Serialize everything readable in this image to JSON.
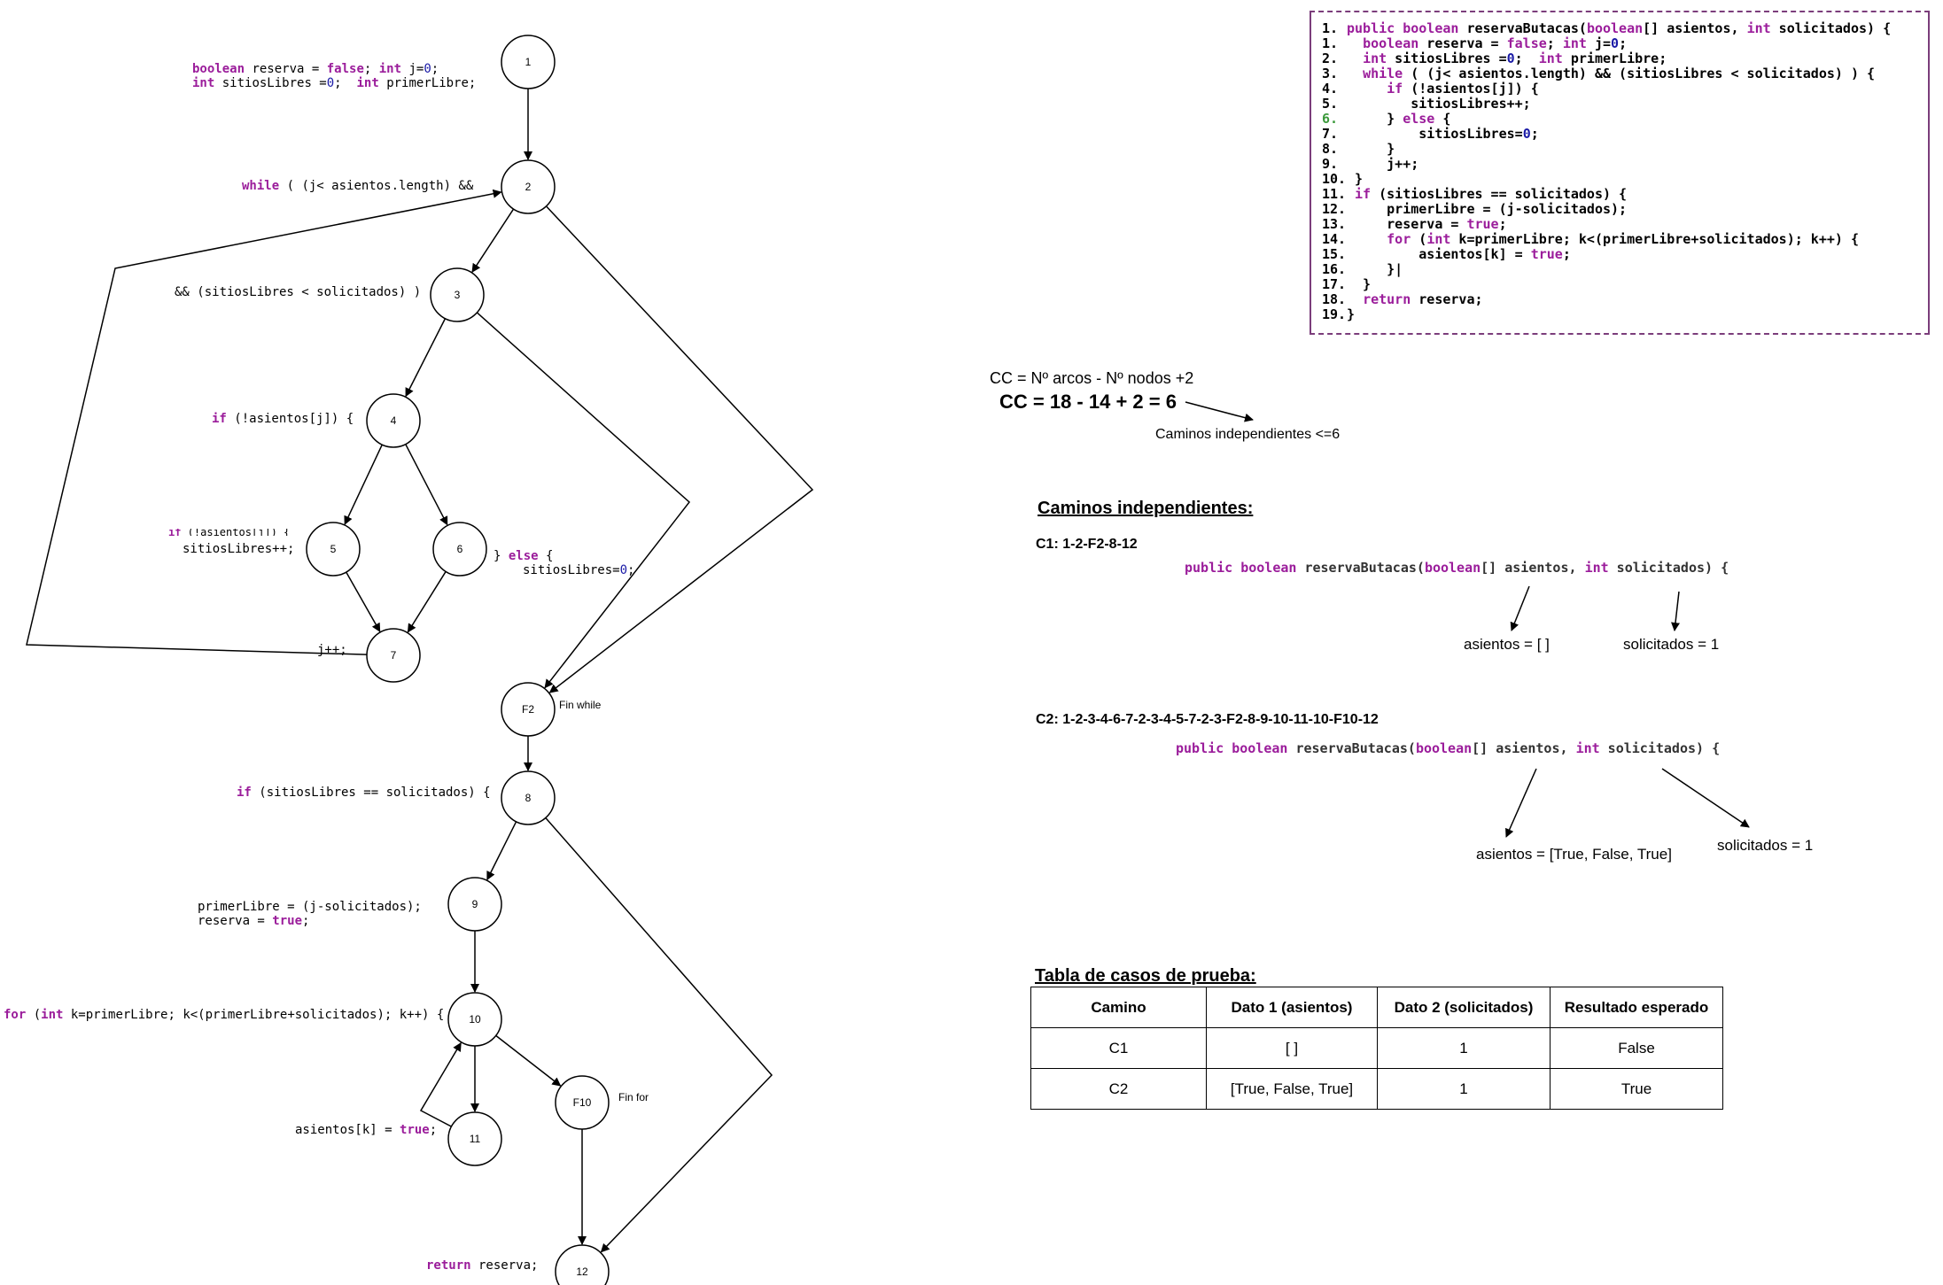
{
  "graph": {
    "nodes": [
      {
        "id": "n1",
        "label": "1"
      },
      {
        "id": "n2",
        "label": "2"
      },
      {
        "id": "n3",
        "label": "3"
      },
      {
        "id": "n4",
        "label": "4"
      },
      {
        "id": "n5",
        "label": "5"
      },
      {
        "id": "n6",
        "label": "6"
      },
      {
        "id": "n7",
        "label": "7"
      },
      {
        "id": "nF2",
        "label": "F2"
      },
      {
        "id": "n8",
        "label": "8"
      },
      {
        "id": "n9",
        "label": "9"
      },
      {
        "id": "n10",
        "label": "10"
      },
      {
        "id": "n11",
        "label": "11"
      },
      {
        "id": "nF10",
        "label": "F10"
      },
      {
        "id": "n12",
        "label": "12"
      }
    ],
    "edges": [
      [
        "n1",
        "n2"
      ],
      [
        "n2",
        "n3"
      ],
      [
        "n2",
        "nF2"
      ],
      [
        "n3",
        "n4"
      ],
      [
        "n3",
        "nF2"
      ],
      [
        "n4",
        "n5"
      ],
      [
        "n4",
        "n6"
      ],
      [
        "n5",
        "n7"
      ],
      [
        "n6",
        "n7"
      ],
      [
        "n7",
        "n2"
      ],
      [
        "nF2",
        "n8"
      ],
      [
        "n8",
        "n9"
      ],
      [
        "n8",
        "n12"
      ],
      [
        "n9",
        "n10"
      ],
      [
        "n10",
        "n11"
      ],
      [
        "n11",
        "n10"
      ],
      [
        "n10",
        "nF10"
      ],
      [
        "nF10",
        "n12"
      ]
    ],
    "annotations": {
      "n1_line1": "boolean reserva = false; int j=0;",
      "n1_line2": "int sitiosLibres =0;  int primerLibre;",
      "n2": "while ( (j< asientos.length) &&",
      "n3": "&& (sitiosLibres < solicitados) )",
      "n4": "if (!asientos[j]) {",
      "n5_top": "if (!asientos[j]) {",
      "n5": "sitiosLibres++;",
      "n6_line1": "} else {",
      "n6_line2": "sitiosLibres=0;",
      "n7": "j++;",
      "nF2": "Fin while",
      "n8": "if (sitiosLibres == solicitados) {",
      "n9_line1": "primerLibre = (j-solicitados);",
      "n9_line2": "reserva = true;",
      "n10": "for (int k=primerLibre; k<(primerLibre+solicitados); k++) {",
      "n11": "asientos[k] = true;",
      "nF10": "Fin for",
      "n12": "return reserva;"
    }
  },
  "code": [
    {
      "n": "1.",
      "text": "public boolean reservaButacas(boolean[] asientos, int solicitados) {"
    },
    {
      "n": "1.",
      "text": "  boolean reserva = false; int j=0;"
    },
    {
      "n": "2.",
      "text": "  int sitiosLibres =0;  int primerLibre;"
    },
    {
      "n": "3.",
      "text": "  while ( (j< asientos.length) && (sitiosLibres < solicitados) ) {"
    },
    {
      "n": "4.",
      "text": "     if (!asientos[j]) {"
    },
    {
      "n": "5.",
      "text": "        sitiosLibres++;"
    },
    {
      "n": "6.",
      "text": "     } else {"
    },
    {
      "n": "7.",
      "text": "         sitiosLibres=0;"
    },
    {
      "n": "8.",
      "text": "     }"
    },
    {
      "n": "9.",
      "text": "     j++;"
    },
    {
      "n": "10.",
      "text": " }"
    },
    {
      "n": "11.",
      "text": " if (sitiosLibres == solicitados) {"
    },
    {
      "n": "12.",
      "text": "     primerLibre = (j-solicitados);"
    },
    {
      "n": "13.",
      "text": "     reserva = true;"
    },
    {
      "n": "14.",
      "text": "     for (int k=primerLibre; k<(primerLibre+solicitados); k++) {"
    },
    {
      "n": "15.",
      "text": "         asientos[k] = true;"
    },
    {
      "n": "16.",
      "text": "     }|"
    },
    {
      "n": "17.",
      "text": "  }"
    },
    {
      "n": "18.",
      "text": "  return reserva;"
    },
    {
      "n": "19.",
      "text": "}"
    }
  ],
  "complexity": {
    "formula": "CC = Nº arcos - Nº nodos +2",
    "result": "CC = 18 - 14 + 2 = 6",
    "note": "Caminos independientes <=6"
  },
  "paths": {
    "heading": "Caminos independientes:",
    "signature": "public boolean reservaButacas(boolean[] asientos, int solicitados) {",
    "c1": {
      "label": "C1: 1-2-F2-8-12",
      "asientos": "asientos = [ ]",
      "solicitados": "solicitados = 1"
    },
    "c2": {
      "label": "C2: 1-2-3-4-6-7-2-3-4-5-7-2-3-F2-8-9-10-11-10-F10-12",
      "asientos": "asientos = [True, False, True]",
      "solicitados": "solicitados = 1"
    }
  },
  "table": {
    "heading": "Tabla de casos de prueba:",
    "headers": [
      "Camino",
      "Dato 1 (asientos)",
      "Dato 2 (solicitados)",
      "Resultado esperado"
    ],
    "rows": [
      [
        "C1",
        "[ ]",
        "1",
        "False"
      ],
      [
        "C2",
        "[True, False, True]",
        "1",
        "True"
      ]
    ]
  }
}
